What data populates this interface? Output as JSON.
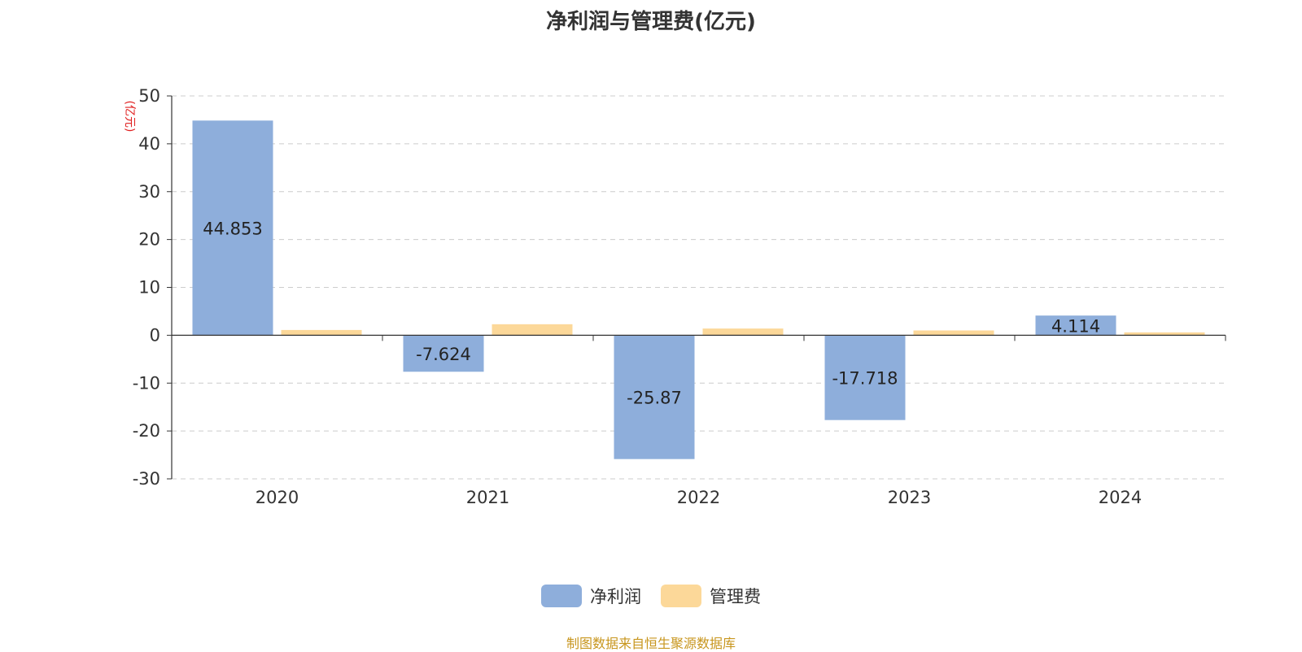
{
  "chart_data": {
    "type": "bar",
    "title": "净利润与管理费(亿元)",
    "ylabel": "(亿元)",
    "xlabel": "",
    "categories": [
      "2020",
      "2021",
      "2022",
      "2023",
      "2024"
    ],
    "series": [
      {
        "name": "净利润",
        "values": [
          44.853,
          -7.624,
          -25.87,
          -17.718,
          4.114
        ],
        "color": "#8eaedb",
        "show_labels": true
      },
      {
        "name": "管理费",
        "values": [
          1.1,
          2.3,
          1.4,
          1.0,
          0.6
        ],
        "color": "#fcd899",
        "show_labels": false
      }
    ],
    "ylim": [
      -30,
      50
    ],
    "yticks": [
      50,
      40,
      30,
      20,
      10,
      0,
      -10,
      -20,
      -30
    ],
    "grid": true,
    "legend_position": "bottom-center"
  },
  "footer": "制图数据来自恒生聚源数据库",
  "colors": {
    "title": "#333333",
    "ylabel": "#e02020",
    "footer": "#c8961e",
    "grid": "#cccccc"
  }
}
